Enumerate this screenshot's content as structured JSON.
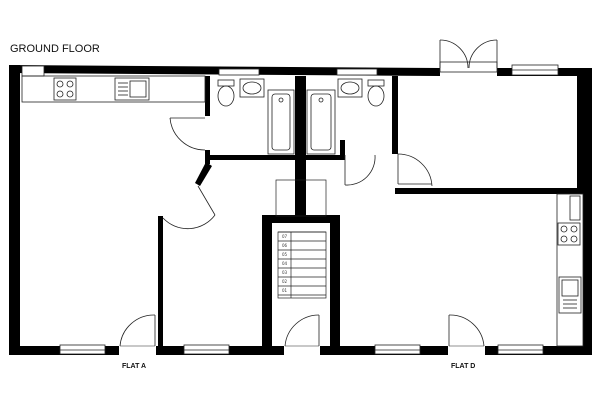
{
  "title": "GROUND FLOOR",
  "flats": {
    "a": "FLAT A",
    "d": "FLAT D"
  },
  "stair_steps": [
    "07",
    "06",
    "05",
    "04",
    "03",
    "02",
    "01"
  ],
  "colors": {
    "wall": "#000000",
    "line": "#222222",
    "fixture": "#444444"
  }
}
